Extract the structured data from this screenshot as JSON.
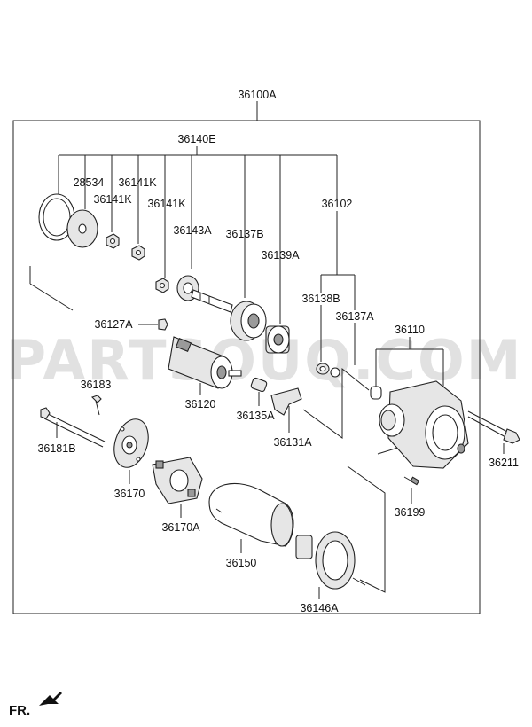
{
  "diagram": {
    "watermark": "PARTSOUQ.COM",
    "direction_label": "FR.",
    "assembly_label": "36100A",
    "labels": {
      "p36140E": "36140E",
      "p28534": "28534",
      "p36141K_a": "36141K",
      "p36141K_b": "36141K",
      "p36141K_c": "36141K",
      "p36143A": "36143A",
      "p36137B": "36137B",
      "p36139A": "36139A",
      "p36102": "36102",
      "p36138B": "36138B",
      "p36137A": "36137A",
      "p36127A": "36127A",
      "p36110": "36110",
      "p36183": "36183",
      "p36120": "36120",
      "p36135A": "36135A",
      "p36131A": "36131A",
      "p36181B": "36181B",
      "p36211": "36211",
      "p36170": "36170",
      "p36170A": "36170A",
      "p36199": "36199",
      "p36150": "36150",
      "p36146A": "36146A"
    }
  }
}
